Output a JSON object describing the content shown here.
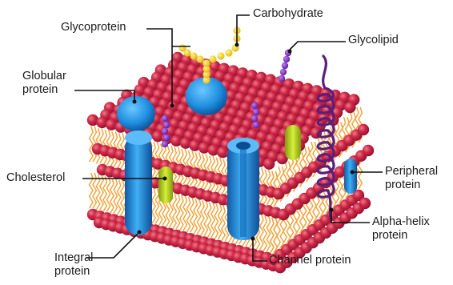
{
  "labels": {
    "glycoprotein": "Glycoprotein",
    "carbohydrate": "Carbohydrate",
    "glycolipid": "Glycolipid",
    "globular_protein": [
      "Globular",
      "protein"
    ],
    "cholesterol": "Cholesterol",
    "peripheral_protein": [
      "Peripheral",
      "protein"
    ],
    "alpha_helix_protein": [
      "Alpha-helix",
      "protein"
    ],
    "integral_protein": [
      "Integral",
      "protein"
    ],
    "channel_protein": "Channel protein"
  },
  "colors": {
    "phospholipid_head": "#c8213f",
    "phospholipid_head_highlight": "#e8566a",
    "lipid_tail": "#f2a43a",
    "protein_blue": "#1f8fe0",
    "protein_blue_dark": "#0f5aa8",
    "carbohydrate_yellow": "#f2d21b",
    "glycolipid_purple": "#7a2fc0",
    "cholesterol_green": "#b6d21e",
    "alpha_helix_purple": "#5a1f7a"
  }
}
